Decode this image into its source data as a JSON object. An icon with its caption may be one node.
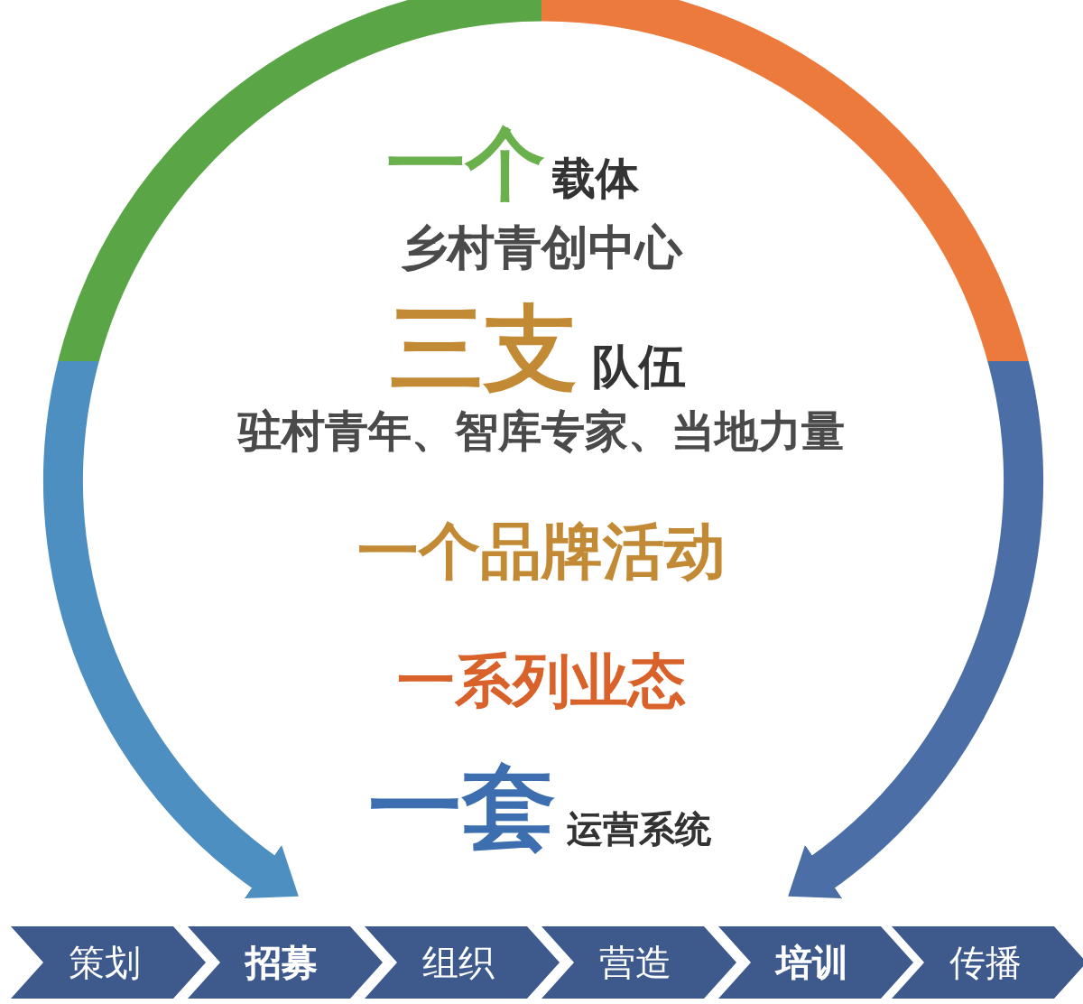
{
  "diagram": {
    "nodes": [
      {
        "text": [
          "策划"
        ]
      },
      {
        "text": [
          "招募"
        ]
      },
      {
        "text": [
          "组织"
        ]
      },
      {
        "text": [
          "营造"
        ]
      },
      {
        "text": [
          "培训"
        ]
      },
      {
        "text": [
          "传播"
        ]
      }
    ],
    "edges": [
      {
        "from": 1,
        "to": 4,
        "arrow": "both"
      }
    ],
    "labels": [
      "一个",
      "载体",
      "乡村青创中心",
      "三支",
      "队伍",
      "驻村青年、智库专家、当地力量",
      "一个品牌活动",
      "一系列业态",
      "一套",
      "运营系统"
    ]
  }
}
